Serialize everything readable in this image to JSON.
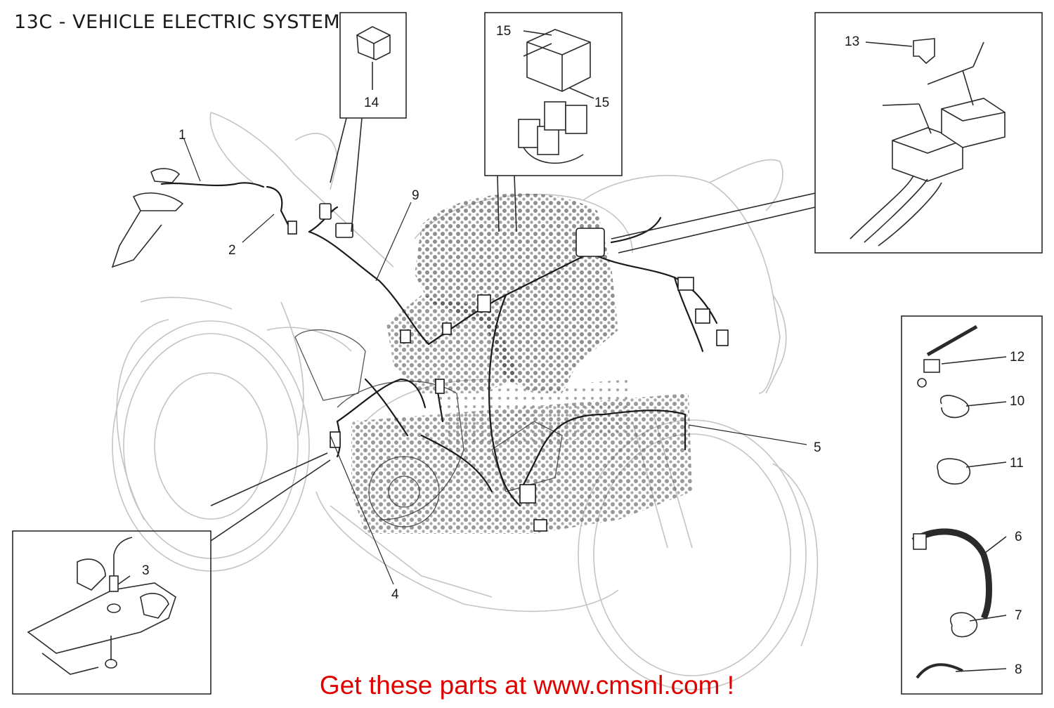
{
  "title": "13C - VEHICLE ELECTRIC SYSTEM",
  "promo": "Get these parts at www.cmsnl.com !",
  "colors": {
    "line": "#2a2a2a",
    "ghost": "#c4c4c4",
    "promo": "#e00000"
  },
  "callouts": {
    "c1": "1",
    "c2": "2",
    "c3": "3",
    "c4": "4",
    "c5": "5",
    "c6": "6",
    "c7": "7",
    "c8": "8",
    "c9": "9",
    "c10": "10",
    "c11": "11",
    "c12": "12",
    "c13": "13",
    "c14": "14",
    "c15a": "15",
    "c15b": "15"
  }
}
